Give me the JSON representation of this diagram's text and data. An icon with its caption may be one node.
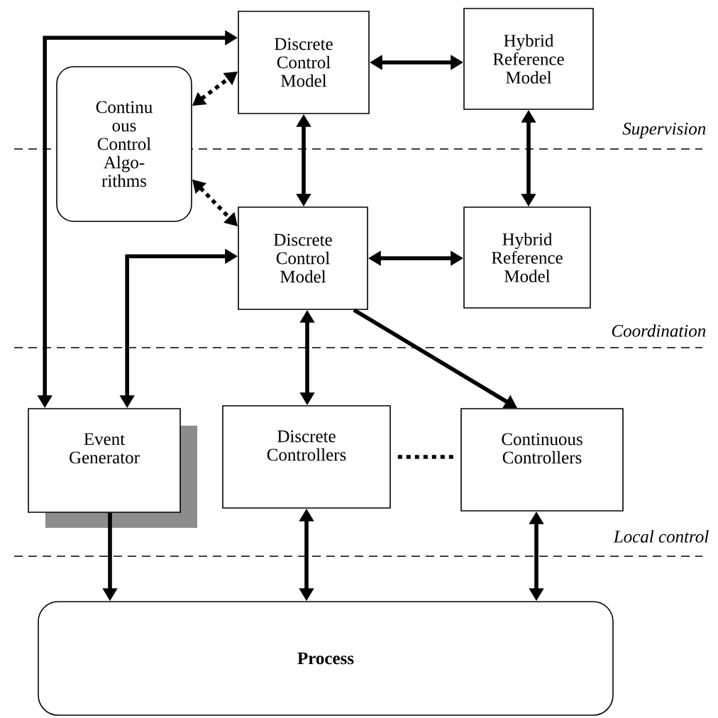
{
  "diagram": {
    "nodes": [
      {
        "text": [
          "Discrete Control Model"
        ]
      },
      {
        "text": [
          "Hybrid Reference Model"
        ]
      },
      {
        "text": [
          "Continu ous Control Algo- rithms"
        ]
      },
      {
        "text": [
          "Discrete Control Model"
        ]
      },
      {
        "text": [
          "Hybrid Reference Model"
        ]
      },
      {
        "text": [
          "Event Generator"
        ]
      },
      {
        "text": [
          "Discrete Controllers"
        ]
      },
      {
        "text": [
          "Continuous Controllers"
        ]
      },
      {
        "text": [
          "Process"
        ]
      }
    ],
    "edges": [
      {
        "from": 0,
        "to": 1,
        "arrow": "both"
      },
      {
        "from": 0,
        "to": 3,
        "arrow": "both"
      },
      {
        "from": 1,
        "to": 4,
        "arrow": "both"
      },
      {
        "from": 3,
        "to": 4,
        "arrow": "both"
      },
      {
        "from": 2,
        "to": 0,
        "arrow": "both",
        "style": "dashed"
      },
      {
        "from": 2,
        "to": 3,
        "arrow": "both",
        "style": "dashed"
      },
      {
        "from": 0,
        "to": 5,
        "arrow": "both"
      },
      {
        "from": 3,
        "to": 5,
        "arrow": "both"
      },
      {
        "from": 3,
        "to": 6,
        "arrow": "both"
      },
      {
        "from": 3,
        "to": 7,
        "arrow": "to"
      },
      {
        "from": 6,
        "to": 7,
        "arrow": "none",
        "style": "dashed"
      },
      {
        "from": 5,
        "to": 8,
        "arrow": "to"
      },
      {
        "from": 6,
        "to": 8,
        "arrow": "both"
      },
      {
        "from": 7,
        "to": 8,
        "arrow": "both"
      }
    ],
    "labels": [
      "Supervision",
      "Coordination",
      "Local control"
    ]
  }
}
